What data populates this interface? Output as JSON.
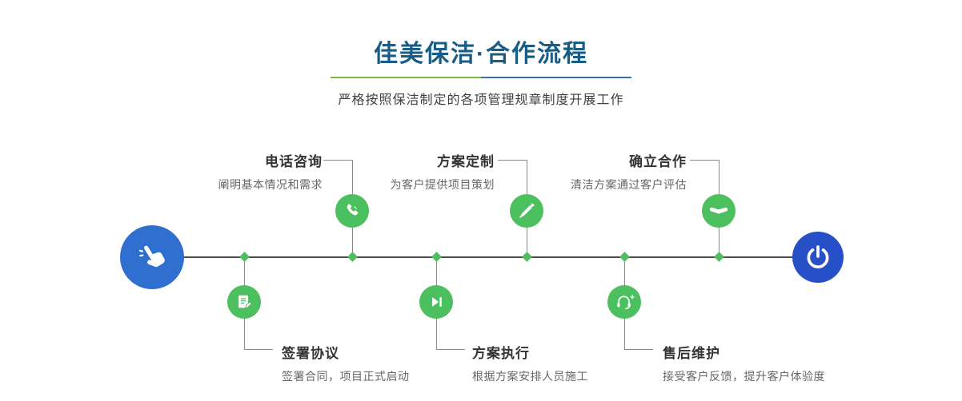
{
  "header": {
    "title": "佳美保洁·合作流程",
    "subtitle": "严格按照保洁制定的各项管理规章制度开展工作"
  },
  "colors": {
    "title_blue": "#195c85",
    "divider_green": "#7eb73e",
    "divider_blue": "#3a6ea8",
    "node_green": "#4cbf5e",
    "start_circle_blue": "#2e6fd0",
    "end_circle_blue": "#2750c8"
  },
  "flow": {
    "start_icon": "hand-pointer-icon",
    "end_icon": "power-icon",
    "steps_top": [
      {
        "title": "电话咨询",
        "desc": "阐明基本情况和需求",
        "icon": "phone-icon"
      },
      {
        "title": "方案定制",
        "desc": "为客户提供项目策划",
        "icon": "pencil-tools-icon"
      },
      {
        "title": "确立合作",
        "desc": "清洁方案通过客户评估",
        "icon": "handshake-icon"
      }
    ],
    "steps_bottom": [
      {
        "title": "签署协议",
        "desc": "签署合同，项目正式启动",
        "icon": "contract-icon"
      },
      {
        "title": "方案执行",
        "desc": "根据方案安排人员施工",
        "icon": "play-icon"
      },
      {
        "title": "售后维护",
        "desc": "接受客户反馈，提升客户体验度",
        "icon": "headset-icon"
      }
    ]
  }
}
